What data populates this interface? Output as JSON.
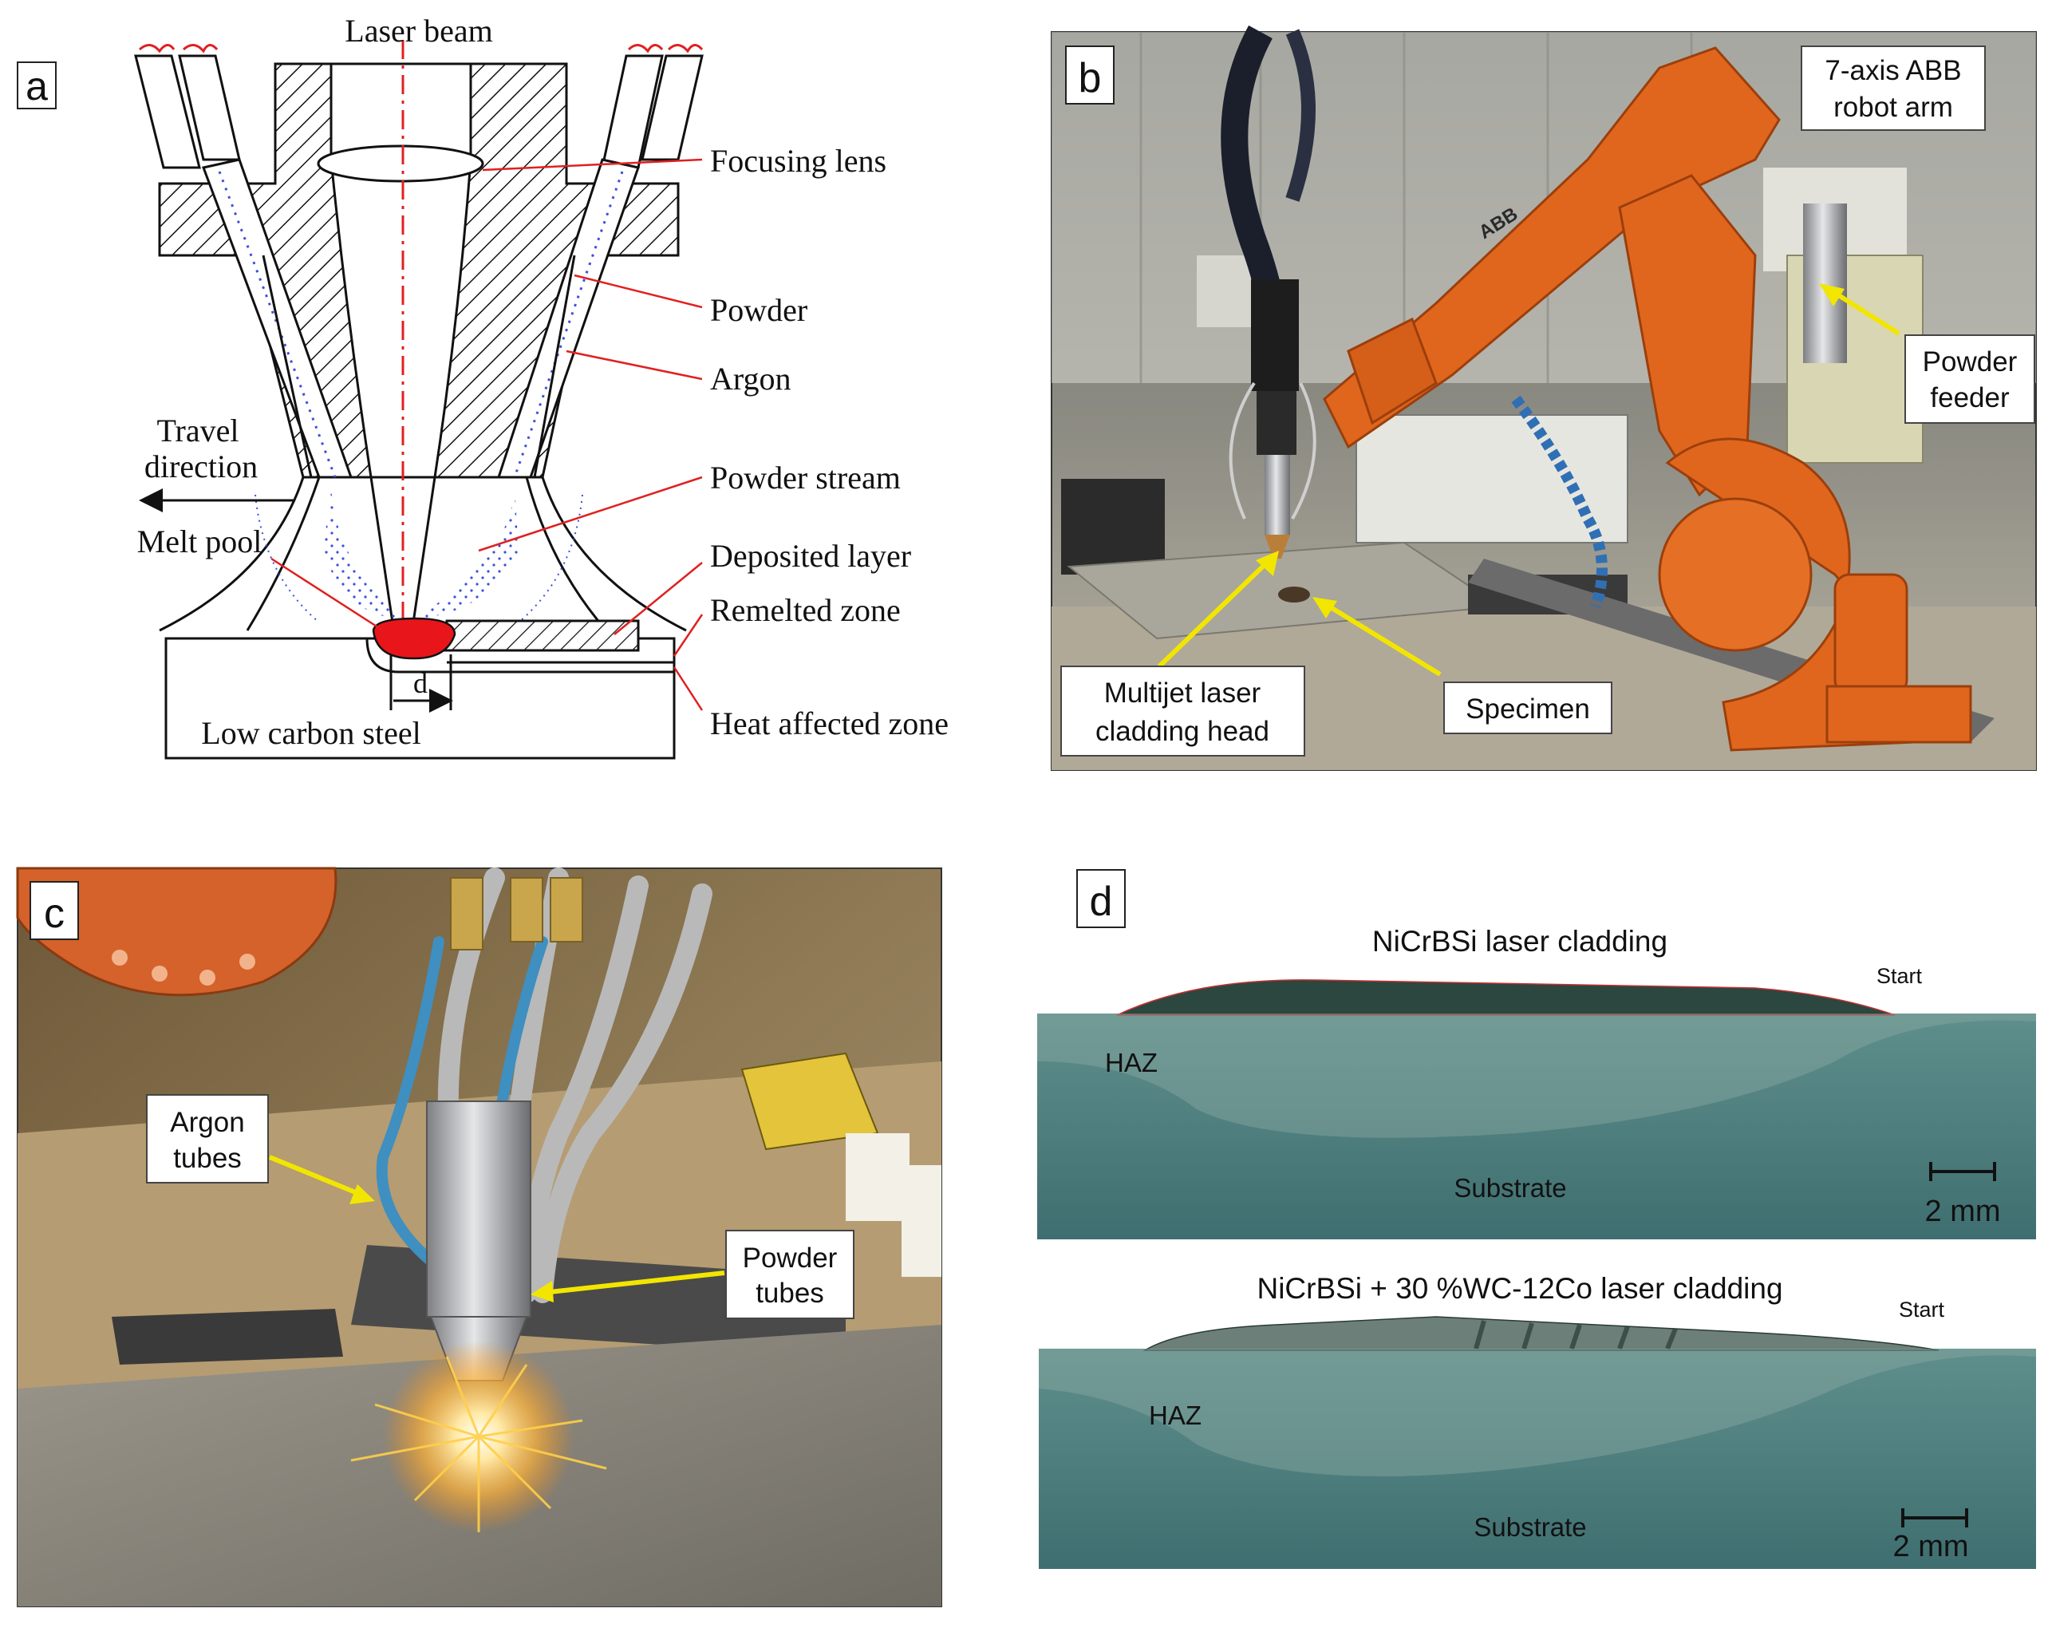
{
  "panel_a": {
    "letter": "a",
    "labels": {
      "laser_beam": "Laser beam",
      "focusing_lens": "Focusing lens",
      "powder": "Powder",
      "argon": "Argon",
      "travel": "Travel",
      "direction": "direction",
      "powder_stream": "Powder stream",
      "melt_pool": "Melt pool",
      "deposited_layer": "Deposited layer",
      "remelted_zone": "Remelted zone",
      "d": "d",
      "heat_affected_zone": "Heat affected zone",
      "low_carbon_steel": "Low carbon steel"
    }
  },
  "panel_b": {
    "letter": "b",
    "robot_line1": "7-axis ABB",
    "robot_line2": "robot arm",
    "feeder_line1": "Powder",
    "feeder_line2": "feeder",
    "head_line1": "Multijet laser",
    "head_line2": "cladding head",
    "specimen": "Specimen",
    "robot_logo": "ABB"
  },
  "panel_c": {
    "letter": "c",
    "argon_line1": "Argon",
    "argon_line2": "tubes",
    "powder_line1": "Powder",
    "powder_line2": "tubes"
  },
  "panel_d": {
    "letter": "d",
    "top": {
      "title": "NiCrBSi laser cladding",
      "start": "Start",
      "haz": "HAZ",
      "substrate": "Substrate",
      "scale": "2 mm"
    },
    "bottom": {
      "title": "NiCrBSi + 30 %WC-12Co  laser cladding",
      "start": "Start",
      "haz": "HAZ",
      "substrate": "Substrate",
      "scale": "2 mm"
    }
  },
  "colors": {
    "leader_red": "#e02020",
    "arrow_yellow": "#f2e600",
    "melt_pool": "#e8151b",
    "robot_orange": "#e0661e",
    "cross_section": "#4f7f7e"
  }
}
